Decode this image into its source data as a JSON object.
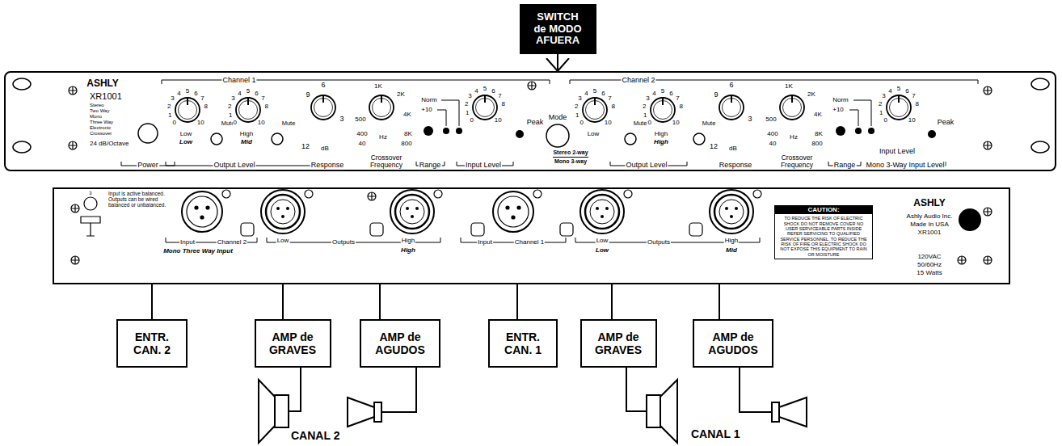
{
  "diagram": {
    "nodes": [
      {
        "text": [
          "SWITCH de MODO AFUERA"
        ]
      },
      {
        "text": [
          "ASHLY",
          "XR1001",
          "Stereo",
          "Two Way",
          "Mono",
          "Three Way",
          "Electronic",
          "Crossover",
          "24 dB/Octave",
          "Power",
          "Channel 1",
          "0",
          "1",
          "2",
          "3",
          "4",
          "5",
          "6",
          "7",
          "8",
          "10",
          "Low",
          "Low",
          "Mute",
          "0",
          "1",
          "2",
          "3",
          "4",
          "5",
          "6",
          "7",
          "8",
          "10",
          "High",
          "Mid",
          "Mute",
          "Output Level",
          "9",
          "6",
          "3",
          "12",
          "dB",
          "Response",
          "1K",
          "2K",
          "4K",
          "8K",
          "800",
          "Hz",
          "500",
          "400",
          "40",
          "Crossover Frequency",
          "Norm",
          "+10",
          "Range",
          "0",
          "1",
          "2",
          "3",
          "4",
          "5",
          "6",
          "7",
          "8",
          "10",
          "Input Level",
          "Peak",
          "Channel 2",
          "Mode",
          "Stereo 2-way",
          "Mono 3-way",
          "0",
          "1",
          "2",
          "3",
          "4",
          "5",
          "6",
          "7",
          "8",
          "10",
          "Low",
          "Mute",
          "0",
          "1",
          "2",
          "3",
          "4",
          "5",
          "6",
          "7",
          "8",
          "10",
          "High",
          "High",
          "Mute",
          "Output Level",
          "9",
          "6",
          "3",
          "12",
          "dB",
          "Response",
          "1K",
          "2K",
          "4K",
          "8K",
          "800",
          "Hz",
          "500",
          "400",
          "40",
          "Crossover Frequency",
          "Norm",
          "+10",
          "Range",
          "0",
          "1",
          "2",
          "3",
          "4",
          "5",
          "6",
          "7",
          "8",
          "10",
          "Input Level",
          "Mono 3-Way Input Level",
          "Peak"
        ]
      },
      {
        "text": [
          "3",
          "Input is active balanced. Outputs can be wired balanced or unbalanced.",
          "Input",
          "Channel 2",
          "Mono Three Way Input",
          "Low",
          "Outputs",
          "High",
          "High",
          "Input",
          "Channel 1",
          "Low",
          "Low",
          "Outputs",
          "High",
          "Mid",
          "ASHLY",
          "Ashly Audio Inc.",
          "Made In USA",
          "XR1001",
          "120VAC",
          "50/60Hz",
          "15 Watts"
        ]
      },
      {
        "text": [
          "CAUTION:",
          "TO REDUCE THE RISK OF ELECTRIC SHOCK DO NOT REMOVE COVER NO USER SERVICEABLE PARTS INSIDE REFER SERVICING TO QUALIFIED SERVICE PERSONNEL. TO REDUCE THE RISK OF FIRE OR ELECTRIC SHOCK DO NOT EXPOSE THIS EQUIPMENT TO RAIN OR MOISTURE"
        ],
        "in": 2
      },
      {
        "text": [
          "ENTR. CAN. 2"
        ]
      },
      {
        "text": [
          "AMP de GRAVES"
        ]
      },
      {
        "text": [
          "AMP de AGUDOS"
        ]
      },
      {
        "text": [
          "ENTR. CAN. 1"
        ]
      },
      {
        "text": [
          "AMP de GRAVES"
        ]
      },
      {
        "text": [
          "AMP de AGUDOS"
        ]
      }
    ],
    "edges": [
      {
        "from": 0,
        "to": 1,
        "arrow": "to"
      },
      {
        "from": 2,
        "to": 4,
        "arrow": "none"
      },
      {
        "from": 2,
        "to": 5,
        "arrow": "none"
      },
      {
        "from": 2,
        "to": 6,
        "arrow": "none"
      },
      {
        "from": 2,
        "to": 7,
        "arrow": "none"
      },
      {
        "from": 2,
        "to": 8,
        "arrow": "none"
      },
      {
        "from": 2,
        "to": 9,
        "arrow": "none"
      }
    ],
    "labels": [
      "CANAL 2",
      "CANAL 1"
    ]
  }
}
